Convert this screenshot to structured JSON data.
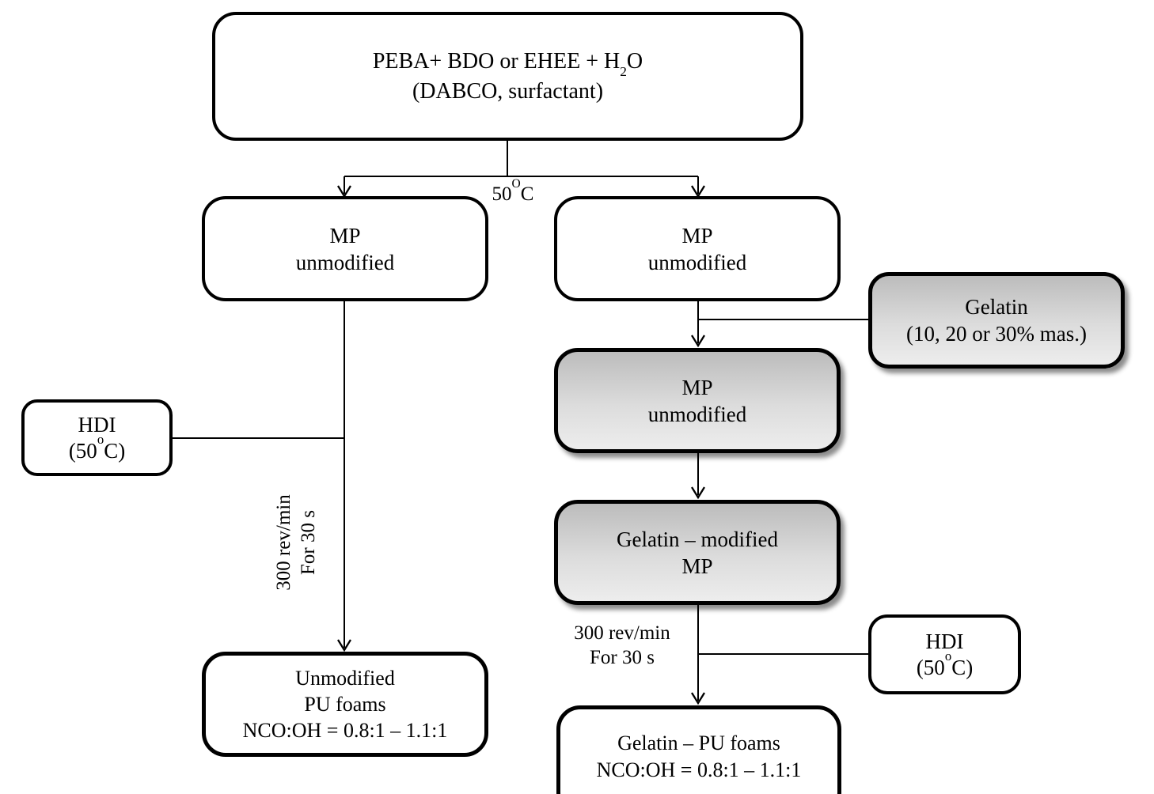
{
  "nodes": {
    "start": {
      "line1_pre": "PEBA+ BDO or EHEE + H",
      "line1_sub": "2",
      "line1_post": "O",
      "line2": "(DABCO, surfactant)"
    },
    "mp_left": {
      "line1": "MP",
      "line2": "unmodified"
    },
    "mp_right": {
      "line1": "MP",
      "line2": "unmodified"
    },
    "gelatin": {
      "line1": "Gelatin",
      "line2": "(10, 20 or 30% mas.)"
    },
    "mp_gray": {
      "line1": "MP",
      "line2": "unmodified"
    },
    "gelatin_modified": {
      "line1": "Gelatin – modified",
      "line2": "MP"
    },
    "hdi_left": {
      "line1": "HDI",
      "line2_pre": "(50",
      "line2_sup": "o",
      "line2_post": "C)"
    },
    "hdi_right": {
      "line1": "HDI",
      "line2_pre": "(50",
      "line2_sup": "o",
      "line2_post": "C)"
    },
    "pu_left": {
      "line1": "Unmodified",
      "line2": "PU foams",
      "line3": "NCO:OH = 0.8:1 – 1.1:1"
    },
    "pu_right": {
      "line1": "Gelatin – PU foams",
      "line2": "NCO:OH = 0.8:1 – 1.1:1"
    }
  },
  "labels": {
    "temperature": {
      "pre": "50",
      "sup": "O",
      "post": "C"
    },
    "mix_left": {
      "line1": "300 rev/min",
      "line2": "For 30 s"
    },
    "mix_right": {
      "line1": "300 rev/min",
      "line2": "For 30 s"
    }
  },
  "colors": {
    "border": "#000000",
    "connector": "#000000",
    "box_fill_white": "#ffffff",
    "gray_gradient_top": "#bcbcbc",
    "gray_gradient_bottom": "#ededed",
    "background": "#ffffff",
    "text": "#000000"
  }
}
